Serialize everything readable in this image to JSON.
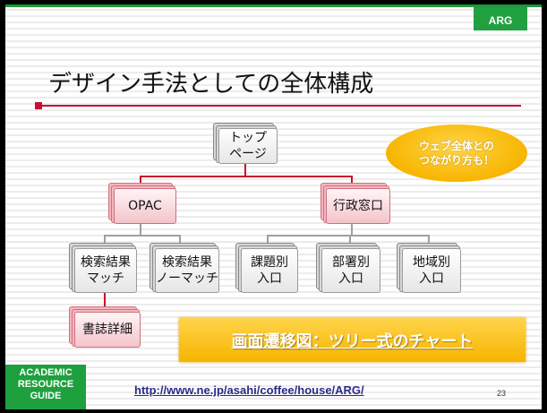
{
  "corner_tag": "ARG",
  "title": "デザイン手法としての全体構成",
  "nodes": {
    "top": "トップ\nページ",
    "opac": "OPAC",
    "admin": "行政窓口",
    "match": "検索結果\nマッチ",
    "nomatch": "検索結果\nノーマッチ",
    "by_subject": "課題別\n入口",
    "by_dept": "部署別\n入口",
    "by_region": "地域別\n入口",
    "detail": "書誌詳細"
  },
  "callout": "ウェブ全体との\nつながり方も！",
  "banner": "画面遷移図：ツリー式のチャート",
  "footer": {
    "brand": "ACADEMIC\nRESOURCE\nGUIDE",
    "url": "http://www.ne.jp/asahi/coffee/house/ARG/",
    "page_number": "23"
  },
  "colors": {
    "accent_red": "#c8102e",
    "brand_green": "#1fa03e",
    "highlight_yellow": "#f6b400",
    "node_pink": "#f4b6bc"
  }
}
